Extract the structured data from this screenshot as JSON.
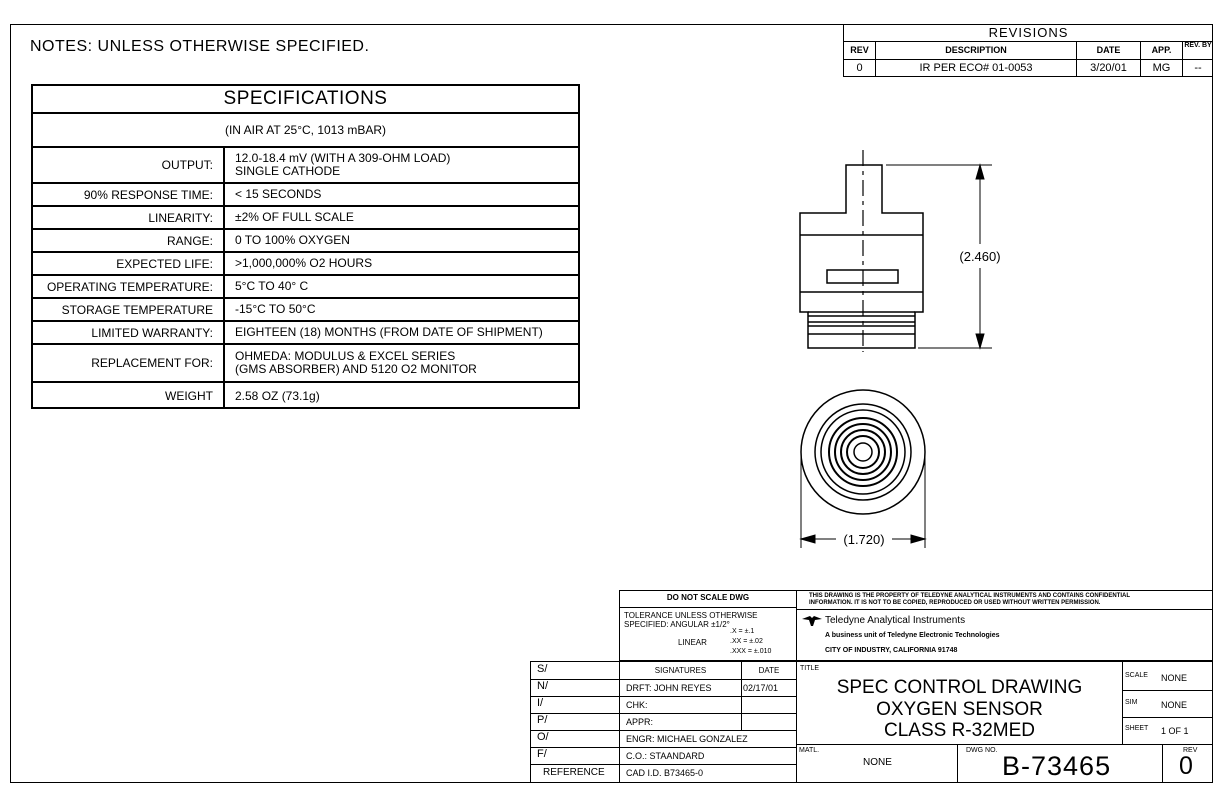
{
  "notes": "NOTES:  UNLESS  OTHERWISE  SPECIFIED.",
  "revisions": {
    "title": "REVISIONS",
    "headers": {
      "rev": "REV",
      "description": "DESCRIPTION",
      "date": "DATE",
      "app": "APP.",
      "rev_by": "REV. BY"
    },
    "rows": [
      {
        "rev": "0",
        "description": "IR PER ECO# 01-0053",
        "date": "3/20/01",
        "app": "MG",
        "rev_by": "--"
      }
    ]
  },
  "specifications": {
    "title": "SPECIFICATIONS",
    "subtitle": "(IN AIR AT 25°C, 1013 mBAR)",
    "rows": [
      {
        "label": "OUTPUT:",
        "value": "12.0-18.4 mV (WITH A 309-OHM LOAD)",
        "value2": "SINGLE CATHODE"
      },
      {
        "label": "90% RESPONSE TIME:",
        "value": "< 15 SECONDS",
        "value2": ""
      },
      {
        "label": "LINEARITY:",
        "value": "±2% OF FULL SCALE",
        "value2": ""
      },
      {
        "label": "RANGE:",
        "value": "0 TO 100% OXYGEN",
        "value2": ""
      },
      {
        "label": "EXPECTED LIFE:",
        "value": ">1,000,000% O2 HOURS",
        "value2": ""
      },
      {
        "label": "OPERATING TEMPERATURE:",
        "value": "5°C TO 40° C",
        "value2": ""
      },
      {
        "label": "STORAGE TEMPERATURE",
        "value": "-15°C TO 50°C",
        "value2": ""
      },
      {
        "label": "LIMITED WARRANTY:",
        "value": "EIGHTEEN (18) MONTHS (FROM DATE OF SHIPMENT)",
        "value2": ""
      },
      {
        "label": "REPLACEMENT FOR:",
        "value": "OHMEDA: MODULUS & EXCEL SERIES",
        "value2": "(GMS ABSORBER) AND 5120 O2 MONITOR"
      },
      {
        "label": "WEIGHT",
        "value": "2.58 OZ (73.1g)",
        "value2": ""
      }
    ]
  },
  "dimensions": {
    "height": "(2.460)",
    "diameter": "(1.720)"
  },
  "title_block": {
    "do_not_scale": "DO NOT SCALE DWG",
    "tolerance_line1": "TOLERANCE UNLESS OTHERWISE",
    "tolerance_line2": "SPECIFIED: ANGULAR ±1/2°",
    "linear_label": "LINEAR",
    "tol_x": ".X     = ±.1",
    "tol_xx": ".XX   = ±.02",
    "tol_xxx": ".XXX  = ±.010",
    "property_notice_1": "THIS DRAWING IS THE PROPERTY OF TELEDYNE ANALYTICAL INSTRUMENTS AND CONTAINS CONFIDENTIAL",
    "property_notice_2": "INFORMATION. IT IS NOT TO BE COPIED, REPRODUCED OR USED WITHOUT WRITTEN PERMISSION.",
    "company": "Teledyne Analytical Instruments",
    "company_sub": "A business unit of Teledyne Electronic Technologies",
    "company_city": "CITY OF INDUSTRY, CALIFORNIA 91748",
    "signatures_label": "SIGNATURES",
    "date_label": "DATE",
    "side_labels": [
      "S/",
      "N/",
      "I/",
      "P/",
      "O/",
      "F/"
    ],
    "reference": "REFERENCE",
    "sig_rows": [
      {
        "text": "DRFT:  JOHN  REYES",
        "date": "02/17/01"
      },
      {
        "text": "CHK:",
        "date": ""
      },
      {
        "text": "APPR:",
        "date": ""
      },
      {
        "text": "ENGR:   MICHAEL  GONZALEZ",
        "date": ""
      },
      {
        "text": "C.O.:    STAANDARD",
        "date": ""
      },
      {
        "text": "CAD I.D.  B73465-0",
        "date": ""
      }
    ],
    "title_label": "TITLE",
    "title_line1": "SPEC  CONTROL  DRAWING",
    "title_line2": "OXYGEN  SENSOR",
    "title_line3": "CLASS  R-32MED",
    "scale_label": "SCALE",
    "scale_value": "NONE",
    "sim_label": "SIM",
    "sim_value": "NONE",
    "sheet_label": "SHEET",
    "sheet_value": "1  OF  1",
    "matl_label": "MATL.",
    "matl_value": "NONE",
    "dwg_no_label": "DWG NO.",
    "dwg_no": "B-73465",
    "rev_label": "REV",
    "rev_value": "0"
  }
}
